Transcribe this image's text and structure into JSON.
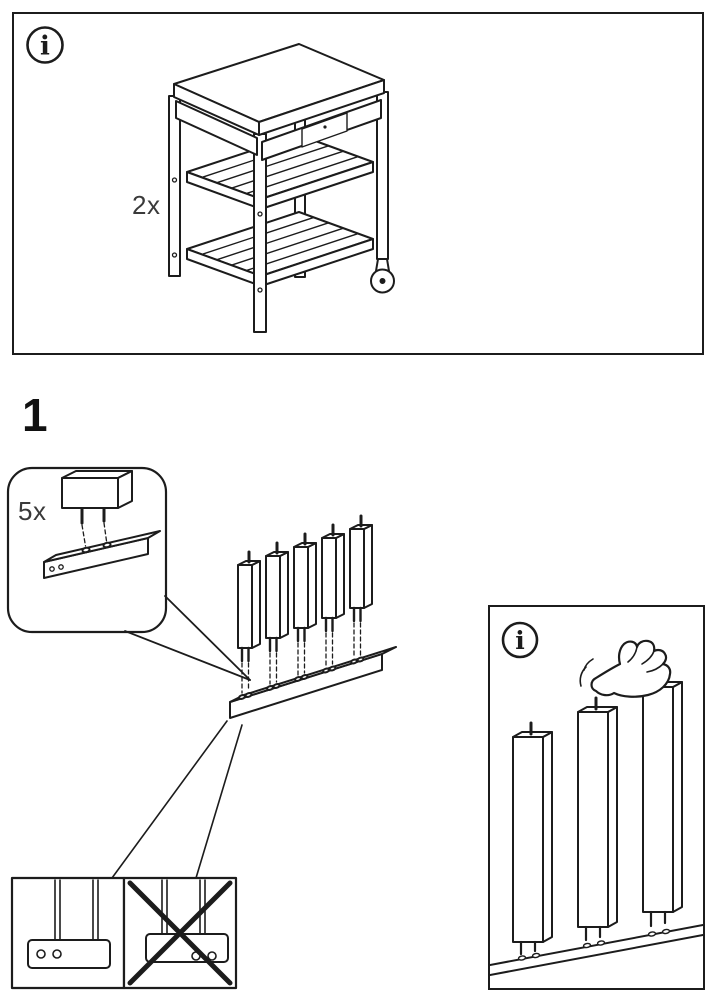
{
  "colors": {
    "background": "#ffffff",
    "line_art": "#1c1c1c",
    "label_text": "#3a3a3a"
  },
  "overview_panel": {
    "info_icon": "info-icon",
    "info_icon_glyph": "i",
    "quantity_label": "2x"
  },
  "step1": {
    "step_number": "1",
    "hardware_quantity_label": "5x"
  },
  "dowel_info_panel": {
    "info_icon": "info-icon",
    "info_icon_glyph": "i"
  }
}
